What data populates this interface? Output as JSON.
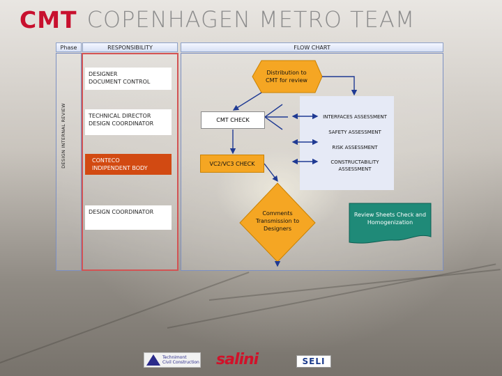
{
  "header": {
    "brand_short": "CMT",
    "brand_full": "COPENHAGEN METRO TEAM"
  },
  "columns": {
    "phase": "Phase",
    "responsibility": "RESPONSIBILITY",
    "flow_chart": "FLOW CHART"
  },
  "phase_label": "DESIGN INTERNAL REVIEW",
  "responsibility_boxes": [
    {
      "line1": "DESIGNER",
      "line2": "DOCUMENT CONTROL"
    },
    {
      "line1": "TECHNICAL DIRECTOR",
      "line2": "DESIGN COORDINATOR"
    },
    {
      "line1": "CONTECO",
      "line2": "INDIPENDENT BODY"
    },
    {
      "line1": "DESIGN COORDINATOR",
      "line2": ""
    }
  ],
  "flow": {
    "distribution": {
      "line1": "Distribution to",
      "line2": "CMT for review"
    },
    "cmt_check": "CMT CHECK",
    "vc_check": "VC2/VC3 CHECK",
    "comments": {
      "line1": "Comments",
      "line2": "Transmission to",
      "line3": "Designers"
    },
    "interfaces": "INTERFACES ASSESSMENT",
    "safety": "SAFETY ASSESSMENT",
    "risk": "RISK ASSESSMENT",
    "constructability": {
      "line1": "CONSTRUCTABILITY",
      "line2": "ASSESSMENT"
    },
    "review_sheets": {
      "line1": "Review Sheets Check and",
      "line2": "Homogenization"
    }
  },
  "logos": {
    "tcc": {
      "line1": "Technimont",
      "line2": "Civil Construction"
    },
    "salini": "salini",
    "seli": "SELI"
  },
  "colors": {
    "brand_red": "#c8102e",
    "lane_border": "#7b8fc2",
    "responsibility_border": "#d35353",
    "orange_box": "#d24a12",
    "vc_box": "#f5a623",
    "diamond": "#f5a623",
    "review_sheet": "#1f8a78",
    "panel": "#e6eaf6",
    "arrow": "#1f3a93"
  }
}
